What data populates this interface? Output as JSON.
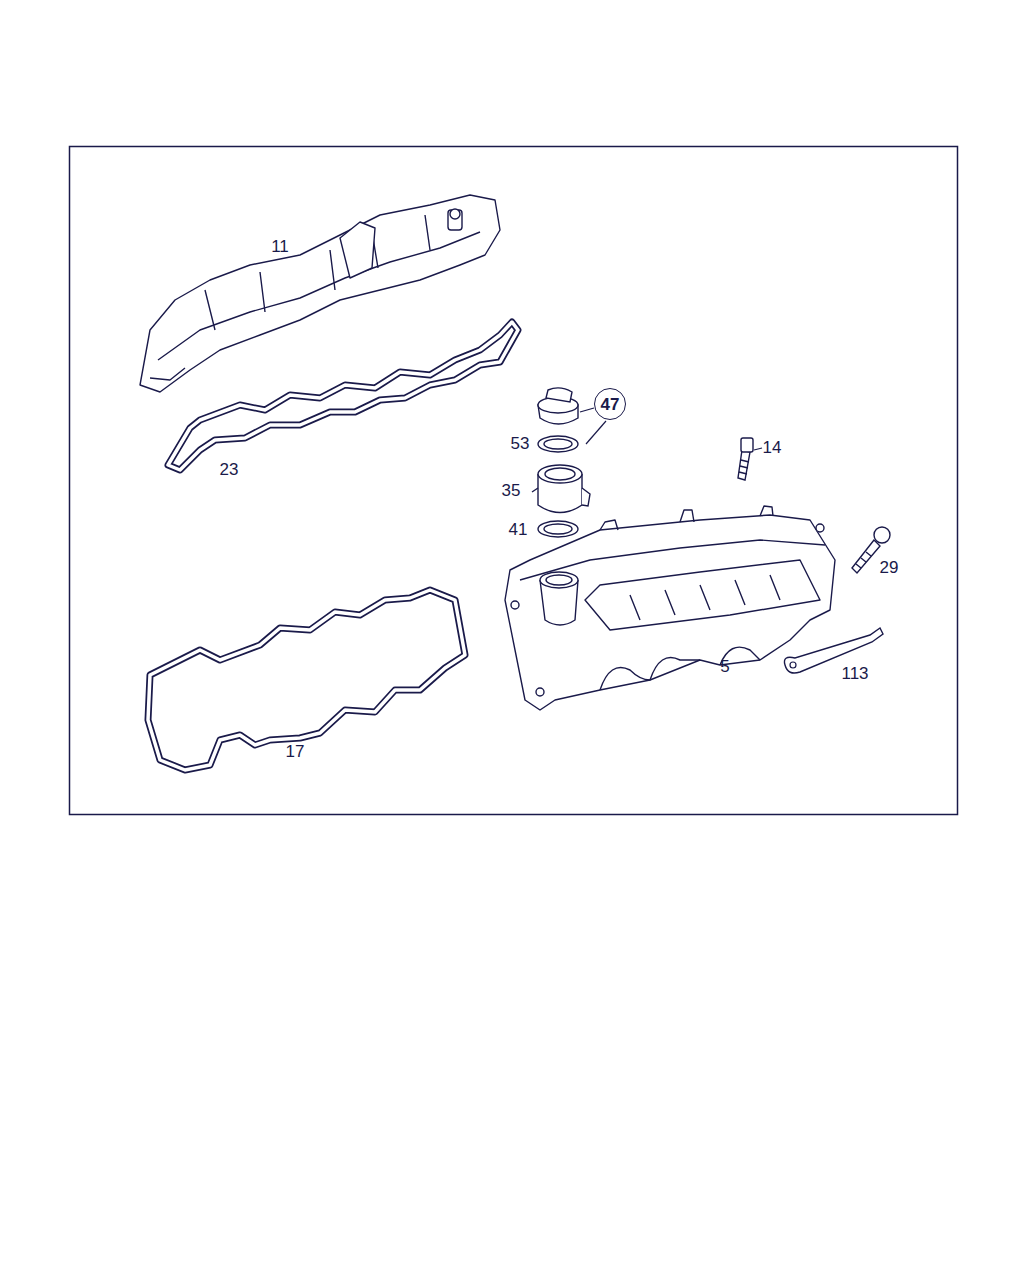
{
  "diagram": {
    "nodes": [
      {
        "text": [
          "47"
        ]
      }
    ],
    "labels": [
      "11",
      "23",
      "53",
      "35",
      "14",
      "41",
      "29",
      "5",
      "113",
      "17"
    ]
  }
}
